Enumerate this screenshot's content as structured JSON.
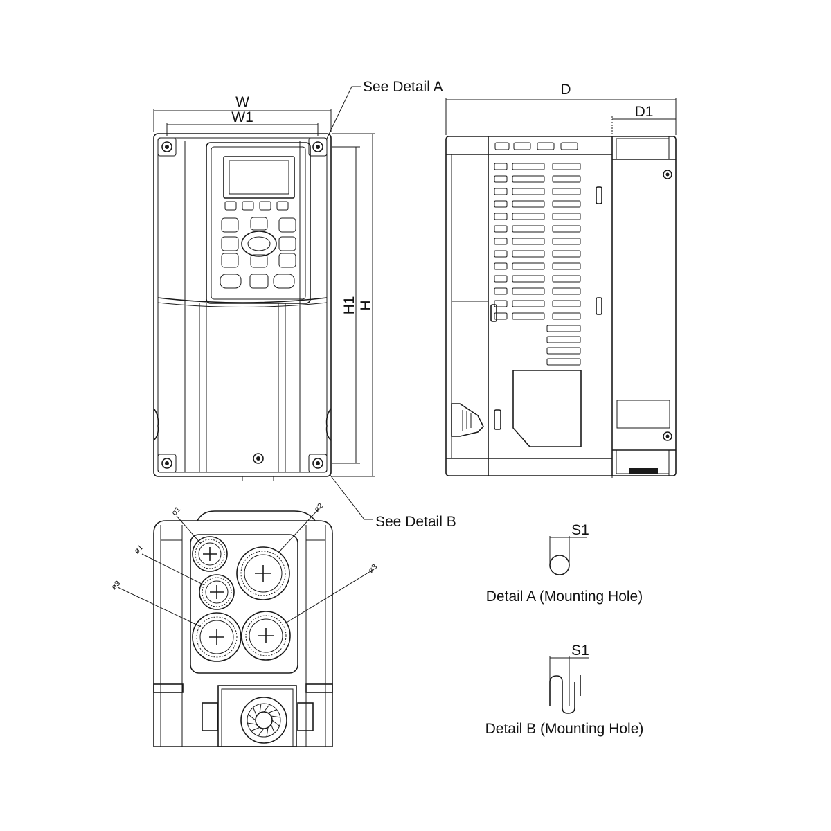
{
  "labels": {
    "w": "W",
    "w1": "W1",
    "h": "H",
    "h1": "H1",
    "d": "D",
    "d1": "D1",
    "s1_a": "S1",
    "s1_b": "S1",
    "see_detail_a": "See Detail A",
    "see_detail_b": "See Detail B",
    "detail_a_caption": "Detail A (Mounting Hole)",
    "detail_b_caption": "Detail B (Mounting Hole)",
    "phi1_a": "ø1",
    "phi1_b": "ø1",
    "phi2": "ø2",
    "phi3_a": "ø3",
    "phi3_b": "ø3"
  }
}
